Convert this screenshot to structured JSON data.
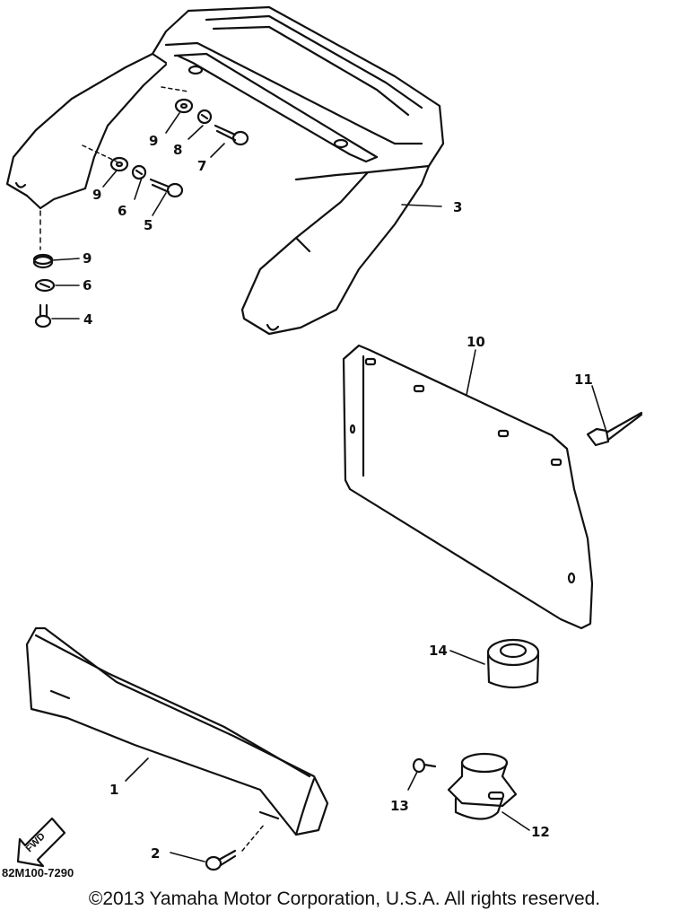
{
  "callouts": [
    "1",
    "2",
    "3",
    "4",
    "5",
    "6",
    "7",
    "8",
    "9",
    "9",
    "9",
    "6",
    "10",
    "11",
    "12",
    "13",
    "14"
  ],
  "fwd_label": "FWD",
  "diagram_code": "82M100-7290",
  "copyright": "©2013 Yamaha Motor Corporation, U.S.A. All rights reserved."
}
